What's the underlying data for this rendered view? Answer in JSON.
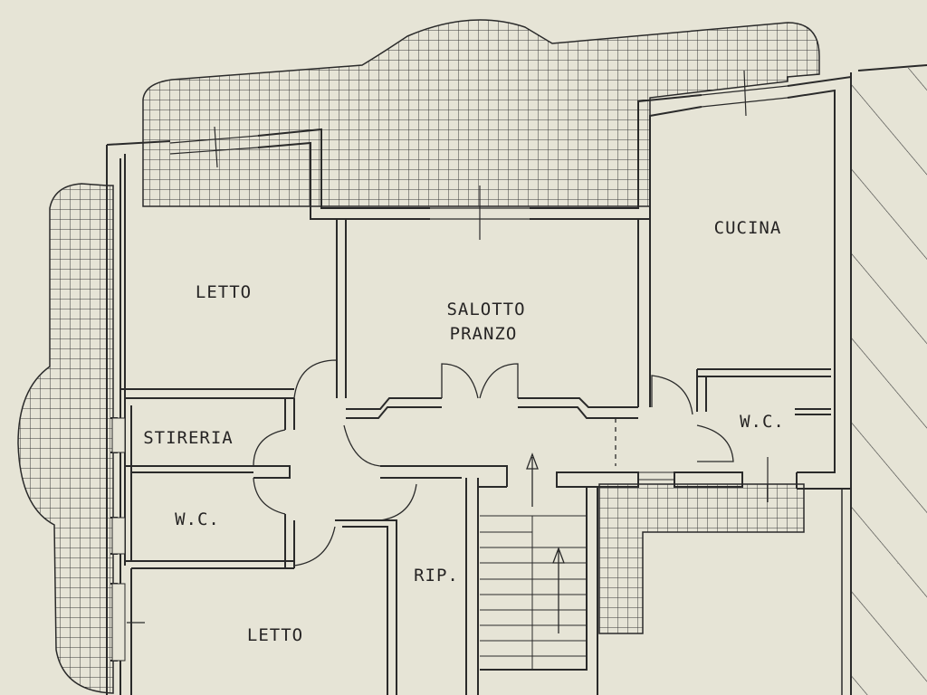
{
  "plan": {
    "rooms": {
      "letto_top": "LETTO",
      "salotto_line1": "SALOTTO",
      "salotto_line2": "PRANZO",
      "cucina": "CUCINA",
      "stireria": "STIRERIA",
      "wc_left": "W.C.",
      "wc_right": "W.C.",
      "ripostiglio": "RIP.",
      "letto_bottom": "LETTO"
    },
    "colors": {
      "paper": "#e6e4d6",
      "line": "#2a2a2a",
      "hatch": "#3a3a3a"
    }
  }
}
